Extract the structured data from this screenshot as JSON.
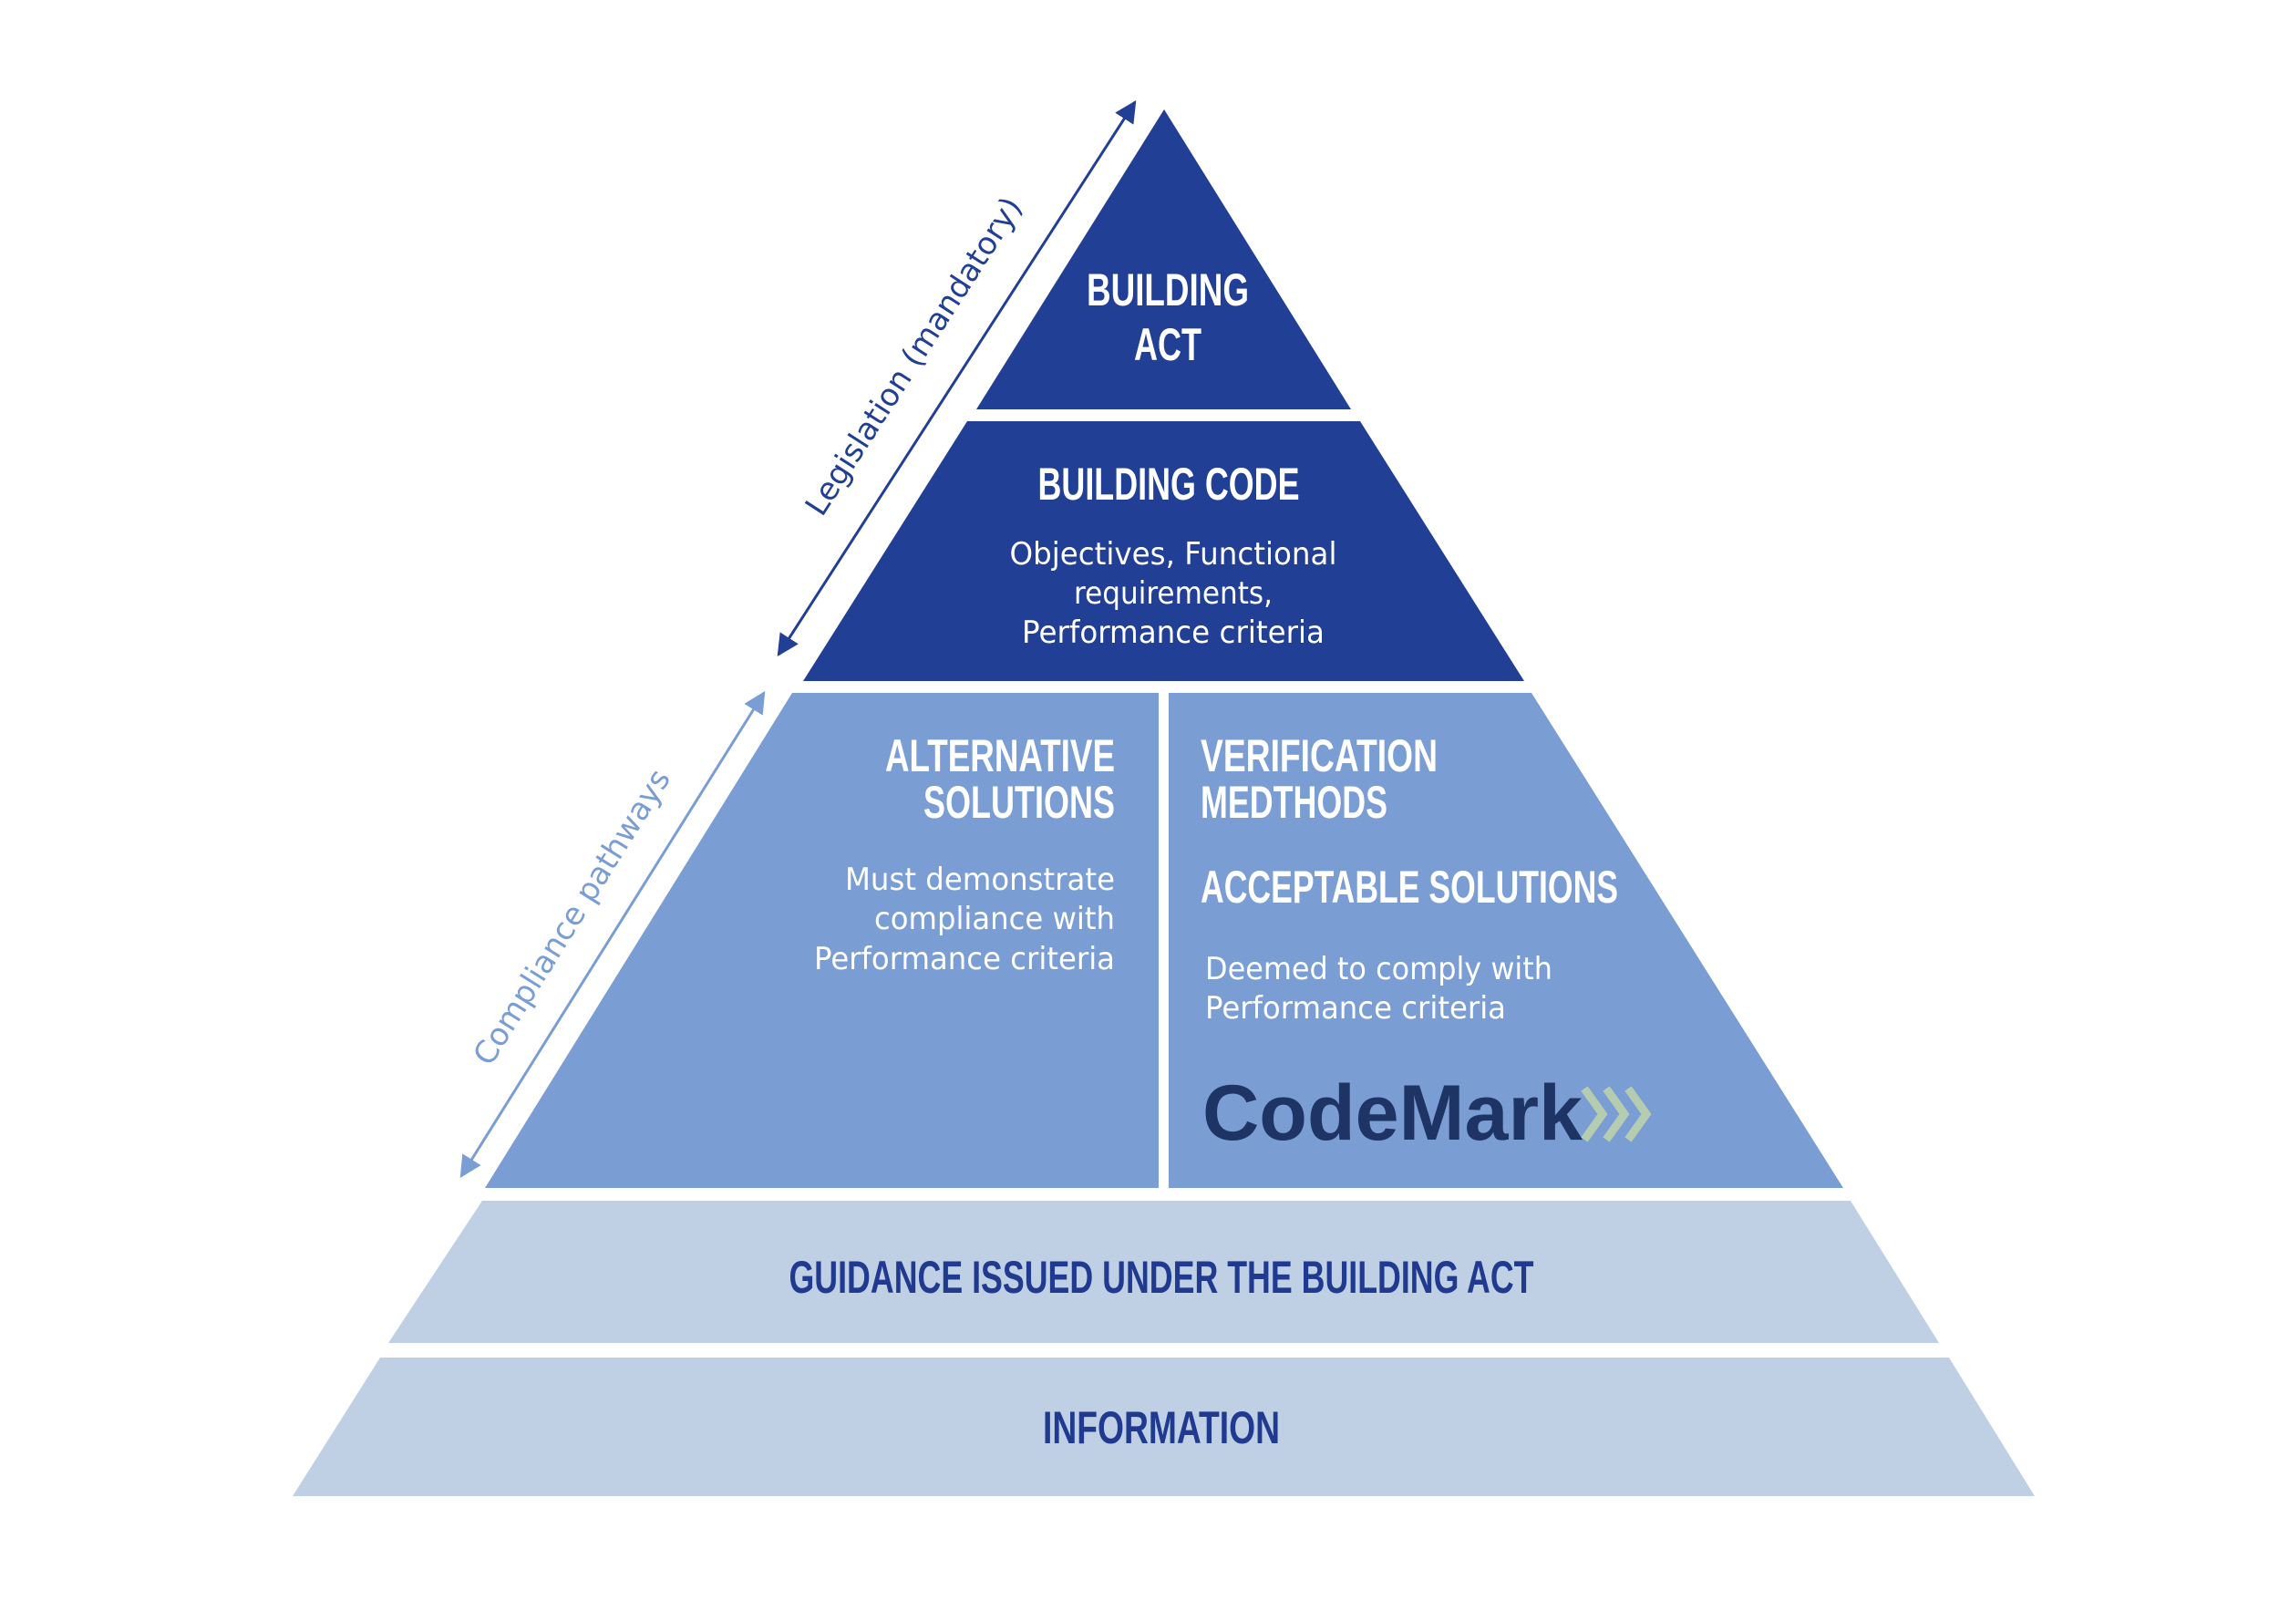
{
  "colors": {
    "dark": "#223F96",
    "mid": "#7A9ED3",
    "light": "#BFD0E5",
    "navy_text": "#1F3A8F",
    "codemark_text": "#1E3464",
    "codemark_chevrons": "#B5CCB0"
  },
  "side_labels": {
    "legislation": "Legislation (mandatory)",
    "compliance": "Compliance pathways"
  },
  "tiers": {
    "building_act": {
      "line1": "BUILDING",
      "line2": "ACT"
    },
    "building_code": {
      "title": "BUILDING CODE",
      "lines": [
        "Objectives, Functional",
        "requirements,",
        "Performance criteria"
      ]
    },
    "alternative": {
      "line1": "ALTERNATIVE",
      "line2": "SOLUTIONS",
      "lines": [
        "Must demonstrate",
        "compliance with",
        "Performance criteria"
      ]
    },
    "verification": {
      "line1": "VERIFICATION",
      "line2": "MEDTHODS",
      "acceptable": "ACCEPTABLE SOLUTIONS",
      "lines": [
        "Deemed to comply with",
        "Performance criteria"
      ],
      "logo": "CodeMark"
    },
    "guidance": {
      "title": "GUIDANCE ISSUED UNDER THE BUILDING ACT"
    },
    "information": {
      "title": "INFORMATION"
    }
  }
}
